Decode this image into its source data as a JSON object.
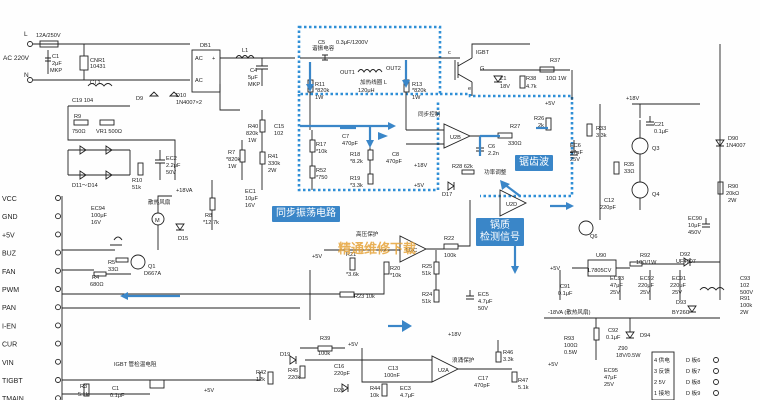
{
  "callouts": {
    "sync_osc": "同步振荡电路",
    "sawtooth": "锯齿波",
    "pot_detect": "锅质\n检测信号"
  },
  "watermark": "精通维修下载",
  "connector_pins": [
    "VCC",
    "GND",
    "+5V",
    "BUZ",
    "FAN",
    "PWM",
    "PAN",
    "I-EN",
    "CUR",
    "VIN",
    "TIGBT",
    "TMAIN"
  ],
  "labels": {
    "L": "L",
    "N": "N",
    "AC220": "AC 220V",
    "fuse": "12A/250V",
    "C1": "C1",
    "C1v": "2μF",
    "C1t": "MKP",
    "CNR1": "CNR1",
    "CNR1v": "10431",
    "CT1": "CT1",
    "C19": "C19 104",
    "R9": "R9",
    "R9v": "750Ω",
    "VR1": "VR1 500Ω",
    "D11": "D11～D14",
    "R10": "R10",
    "R10v": "51k",
    "EC2": "EC2",
    "EC2v": "2.2μF",
    "EC2u": "50V",
    "DB1": "DB1",
    "L1": "L1",
    "C4": "C4",
    "C4v": "5μF",
    "C4t": "MKP",
    "D9": "D9",
    "D10": "D10",
    "D10v": "1N4007×2",
    "C5": "C5",
    "C5v": "0.3μF/1200V",
    "resonant_cap": "谐振电容",
    "OUT1": "OUT1",
    "OUT2": "OUT2",
    "coil": "加热线圈 L",
    "coilv": "120μH",
    "IGBT": "IGBT",
    "R11": "R11",
    "R11v": "*820k",
    "R11p": "1W",
    "R13": "R13",
    "R13v": "*820k",
    "R13p": "1W",
    "R37": "R37",
    "R37v": "10Ω 1W",
    "R38": "R38",
    "R38v": "4.7k",
    "Z1": "Z1",
    "Z1v": "18V",
    "sync_ctrl": "同步控制",
    "U2B": "U2B",
    "R27": "R27",
    "R27v": "330Ω",
    "R26": "R26",
    "R26v": "2k",
    "C6": "C6",
    "C6v": "2.2n",
    "R28": "R28 62k",
    "D17": "D17",
    "power_adj": "功率调整",
    "U2D": "U2D",
    "p5v": "+5V",
    "p18v": "+18V",
    "p18va": "+18VA",
    "R40": "R40",
    "R40v": "820k",
    "R40p": "1W",
    "C15": "C15",
    "C15v": "102",
    "R41": "R41",
    "R41v": "330k",
    "R41p": "2W",
    "R7": "R7",
    "R7v": "*820k",
    "R7p": "1W",
    "EC1": "EC1",
    "EC1v": "10μF",
    "EC1u": "16V",
    "R8": "R8",
    "R8v": "*12.7k",
    "R17": "R17",
    "R17v": "*10k",
    "R52": "R52",
    "R52v": "*750",
    "C7": "C7",
    "C7v": "470pF",
    "R18": "R18",
    "R18v": "*8.2k",
    "R19": "R19",
    "R19v": "*3.3k",
    "C8": "C8",
    "C8v": "470pF",
    "C11": "C11",
    "C11v": "0.1μF",
    "C12": "C12",
    "C12v": "220pF",
    "EC6": "EC6",
    "EC6v": "47μF",
    "EC6u": "25V",
    "R33": "R33",
    "R33v": "3.3k",
    "R35": "R35",
    "R35v": "33Ω",
    "Q3": "Q3",
    "Q4": "Q4",
    "Q6": "Q6",
    "C21": "C21",
    "C21v": "0.1μF",
    "D90": "D90",
    "D90v": "1N4007",
    "R90": "R90",
    "R90v": "20kΩ",
    "R90p": "2W",
    "EC90": "EC90",
    "EC90v": "10μF",
    "EC90u": "450V",
    "fan_label": "散热风扇",
    "EC94": "EC94",
    "EC94v": "100μF",
    "EC94u": "16V",
    "D15": "D15",
    "R5": "R5",
    "R5v": "33Ω",
    "Q1": "Q1",
    "Q1v": "D667A",
    "R4": "R4",
    "R4v": "680Ω",
    "ov_protect": "高压保护",
    "U2C": "U2C",
    "R22": "R22",
    "R22v": "100k",
    "R23": "R23 10k",
    "R20": "R20",
    "R20v": "*10k",
    "R21": "R21",
    "R21v": "*3.6k",
    "R25": "R25",
    "R25v": "51k",
    "R24": "R24",
    "R24v": "51k",
    "EC5": "EC5",
    "EC5v": "4.7μF",
    "EC5u": "50V",
    "U90": "U90",
    "U90v": "L7805CV",
    "R92": "R92",
    "R92v": "10Ω/1W",
    "D92": "D92",
    "D92v": "UF4007",
    "EC91": "EC91",
    "EC91v": "220μF",
    "EC91u": "25V",
    "EC92": "EC92",
    "EC92v": "220μF",
    "EC92u": "25V",
    "EC93": "EC93",
    "EC93v": "47μF",
    "EC93u": "25V",
    "C93": "C93",
    "C93v": "102",
    "C93u": "500V",
    "R91": "R91",
    "R91v": "100k",
    "R91p": "2W",
    "D93": "D93",
    "D93v": "BY26C",
    "C91": "C91",
    "C91v": "0.1μF",
    "C92": "C92",
    "C92v": "0.1μF",
    "R93": "R93",
    "R93v": "100Ω",
    "R93p": "0.5W",
    "D94": "D94",
    "Z90": "Z90",
    "Z90v": "18V/0.5W",
    "EC95": "EC95",
    "EC95v": "47μF",
    "EC95u": "25V",
    "fan_label2": "(散热风扇)",
    "p18va_line": "-18VA (散热风扇)",
    "igbt_temp": "IGBT 管检温电阻",
    "surge": "浪涌保护",
    "R39": "R39",
    "R39v": "100k",
    "C16": "C16",
    "C16v": "220pF",
    "R45": "R45",
    "R45v": "220k",
    "D19": "D19",
    "R42": "R42",
    "R42v": "12k",
    "C13": "C13",
    "C13v": "100nF",
    "D20": "D20",
    "R44": "R44",
    "R44v": "10k",
    "EC3": "EC3",
    "EC3v": "4.7μF",
    "U2A": "U2A",
    "C17": "C17",
    "C17v": "470pF",
    "R46": "R46",
    "R46v": "3.3k",
    "R47": "R47",
    "R47v": "5.1k",
    "R3": "R3",
    "R3v": "5.1k",
    "C1b": "C1",
    "C1bv": "0.1μF",
    "D_pins": [
      "4 供电",
      "3 反馈",
      "2 5V",
      "1 接地"
    ],
    "D_board": [
      "D 板6",
      "D 板7",
      "D 板8",
      "D 板9"
    ]
  }
}
